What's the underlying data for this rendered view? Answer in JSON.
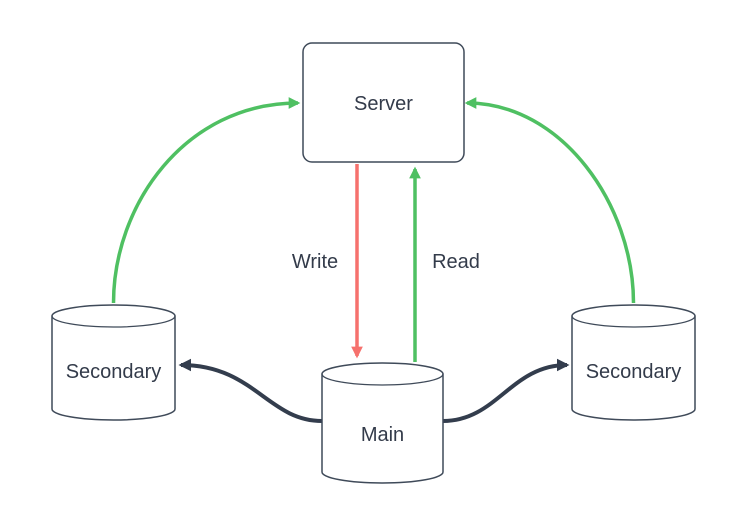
{
  "nodes": {
    "server": {
      "label": "Server",
      "shape": "rectangle"
    },
    "main": {
      "label": "Main",
      "shape": "database-cylinder"
    },
    "secondary_left": {
      "label": "Secondary",
      "shape": "database-cylinder"
    },
    "secondary_right": {
      "label": "Secondary",
      "shape": "database-cylinder"
    }
  },
  "edges": {
    "write": {
      "label": "Write",
      "from": "Server",
      "to": "Main",
      "color": "#f6716d",
      "style": "straight-down"
    },
    "read": {
      "label": "Read",
      "from": "Main",
      "to": "Server",
      "color": "#4fc062",
      "style": "straight-up"
    },
    "sync_left": {
      "from": "Secondary (left)",
      "to": "Server",
      "color": "#4fc062",
      "style": "curved"
    },
    "sync_right": {
      "from": "Secondary (right)",
      "to": "Server",
      "color": "#4fc062",
      "style": "curved"
    },
    "replicate_left": {
      "from": "Main",
      "to": "Secondary (left)",
      "color": "#333d4d",
      "style": "s-curve"
    },
    "replicate_right": {
      "from": "Main",
      "to": "Secondary (right)",
      "color": "#333d4d",
      "style": "s-curve"
    }
  },
  "colors": {
    "green": "#4fc062",
    "red": "#f6716d",
    "dark_line": "#333d4d",
    "shape_stroke": "#3f4a59",
    "text": "#333b4a",
    "background": "#ffffff"
  }
}
